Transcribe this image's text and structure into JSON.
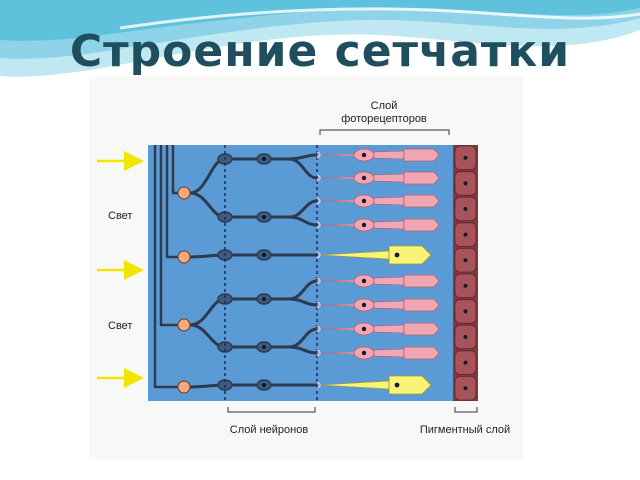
{
  "slide": {
    "title": "Строение сетчатки"
  },
  "diagram": {
    "labels": {
      "light_top": "Свет",
      "light_bottom": "Свет",
      "photoreceptor_layer_line1": "Слой",
      "photoreceptor_layer_line2": "фоторецепторов",
      "neuron_layer": "Слой нейронов",
      "pigment_layer": "Пигментный слой"
    },
    "colors": {
      "title": "#1f4e5f",
      "retina_background": "#5b9bd5",
      "neuron_line": "#2e3b4e",
      "ganglion_cell": "#f4a97a",
      "rod": "#f2a6b4",
      "cone": "#f9f37a",
      "pigment_cell": "#a8525a",
      "light_arrow": "#f2e600",
      "wave": "#8fd3e8"
    }
  }
}
